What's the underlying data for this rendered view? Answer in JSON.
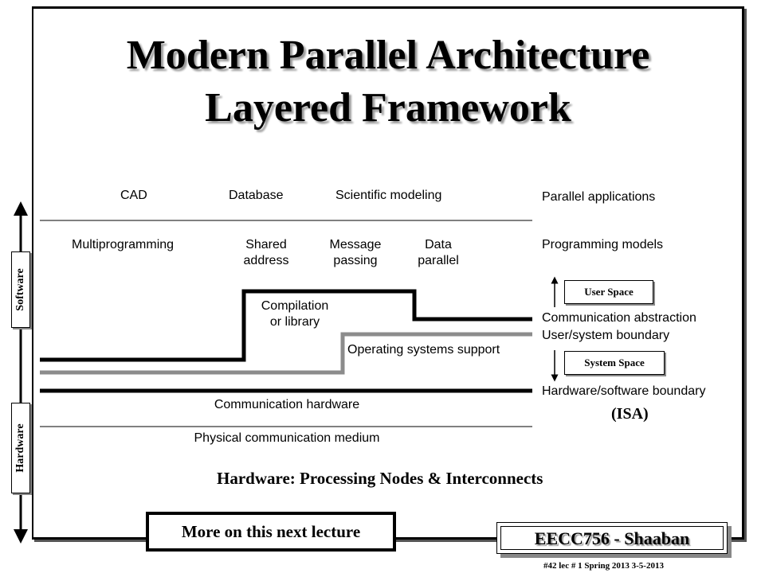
{
  "title": {
    "line1": "Modern Parallel Architecture",
    "line2": "Layered Framework"
  },
  "applications": {
    "items": [
      "CAD",
      "Database",
      "Scientific modeling"
    ],
    "layer_label": "Parallel applications"
  },
  "programming_models": {
    "multiprogramming": "Multiprogramming",
    "shared_address": [
      "Shared",
      "address"
    ],
    "message_passing": [
      "Message",
      "passing"
    ],
    "data_parallel": [
      "Data",
      "parallel"
    ],
    "layer_label": "Programming models"
  },
  "compilation": [
    "Compilation",
    "or library"
  ],
  "os_support": "Operating systems support",
  "comm_hardware": "Communication hardware",
  "physical_medium": "Physical communication medium",
  "right_labels": {
    "user_space": "User Space",
    "comm_abstraction": "Communication abstraction",
    "user_system_boundary": "User/system boundary",
    "system_space": "System Space",
    "hw_sw_boundary": "Hardware/software boundary",
    "isa": "(ISA)"
  },
  "side": {
    "software": "Software",
    "hardware": "Hardware"
  },
  "hardware_caption": "Hardware:  Processing Nodes & Interconnects",
  "more_note": "More on this next lecture",
  "course": "EECC756 - Shaaban",
  "footer": "#42   lec # 1    Spring 2013   3-5-2013"
}
